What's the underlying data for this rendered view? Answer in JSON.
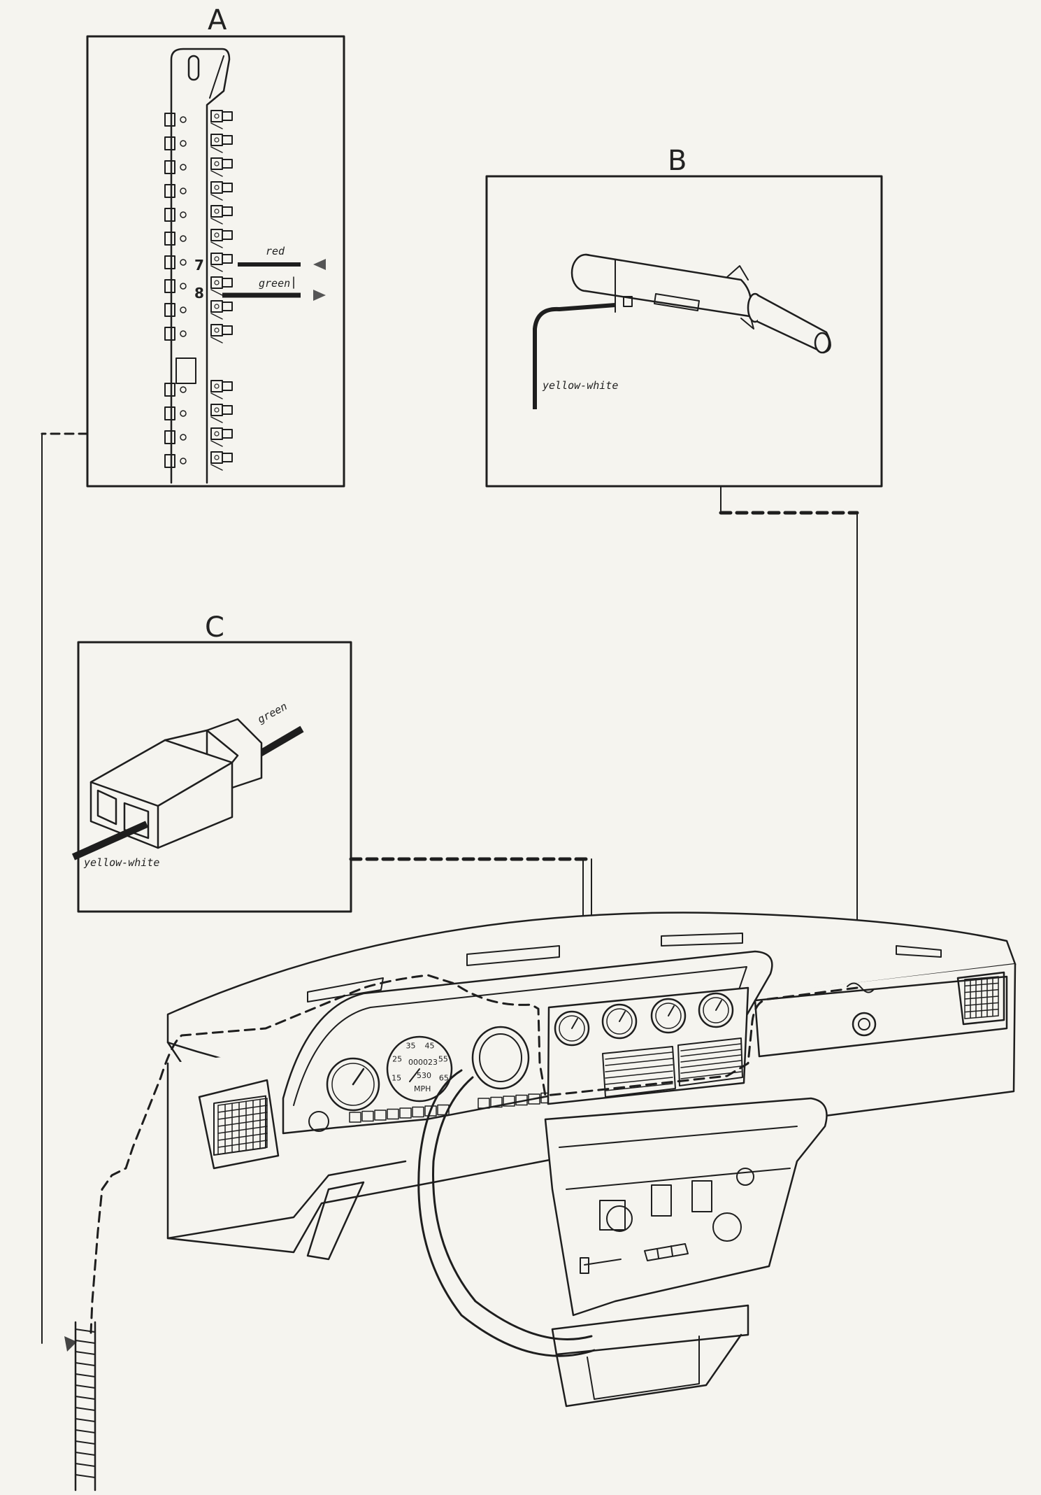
{
  "panels": {
    "a": {
      "letter": "A",
      "pin_7": "7",
      "pin_8": "8",
      "wire_red": "red",
      "wire_green": "green"
    },
    "b": {
      "letter": "B",
      "wire": "yellow-white"
    },
    "c": {
      "letter": "C",
      "wire_green": "green",
      "wire_yellow_white": "yellow-white"
    }
  },
  "speedometer": {
    "dial_numbers": [
      "15",
      "25",
      "35",
      "45",
      "55",
      "65"
    ],
    "odometer": "000023",
    "trip": "530",
    "unit": "MPH"
  }
}
